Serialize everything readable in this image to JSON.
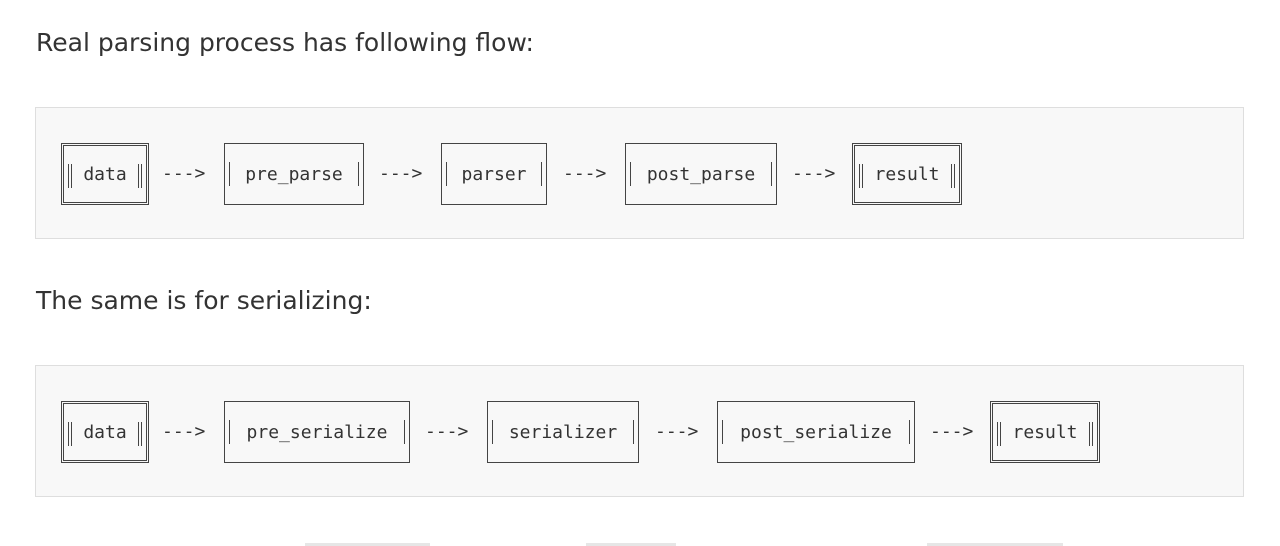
{
  "paragraphs": {
    "parsing_intro": "Real parsing process has following flow:",
    "serializing_intro": "The same is for serializing:"
  },
  "parse_flow": {
    "nodes": [
      "data",
      "pre_parse",
      "parser",
      "post_parse",
      "result"
    ],
    "arrow": "--->"
  },
  "serialize_flow": {
    "nodes": [
      "data",
      "pre_serialize",
      "serializer",
      "post_serialize",
      "result"
    ],
    "arrow": "--->"
  }
}
